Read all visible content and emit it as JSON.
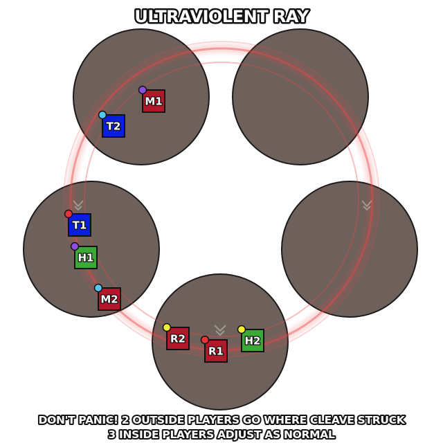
{
  "title": "ULTRAVIOLENT RAY",
  "footer": {
    "line1": "DON'T PANIC! 2 OUTSIDE PLAYERS GO WHERE CLEAVE STRUCK",
    "line2": "3 INSIDE PLAYERS ADJUST AS NORMAL"
  },
  "colors": {
    "platform": "#6e615b",
    "platform_stroke": "#1a1a1a",
    "aoe_ring": "#e84a4a",
    "tank": "#0a1ee0",
    "healer": "#3aa936",
    "dps": "#b4172a",
    "dot_blue": "#55c8f2",
    "dot_purple": "#8c4fe0",
    "dot_red": "#e8323a",
    "dot_yellow": "#f2ee3a"
  },
  "players": [
    {
      "label": "M1",
      "role": "dps",
      "dot": "purple"
    },
    {
      "label": "T2",
      "role": "tank",
      "dot": "blue"
    },
    {
      "label": "T1",
      "role": "tank",
      "dot": "red"
    },
    {
      "label": "H1",
      "role": "healer",
      "dot": "purple"
    },
    {
      "label": "M2",
      "role": "dps",
      "dot": "blue"
    },
    {
      "label": "R2",
      "role": "dps",
      "dot": "yellow"
    },
    {
      "label": "R1",
      "role": "dps",
      "dot": "red"
    },
    {
      "label": "H2",
      "role": "healer",
      "dot": "yellow"
    }
  ]
}
